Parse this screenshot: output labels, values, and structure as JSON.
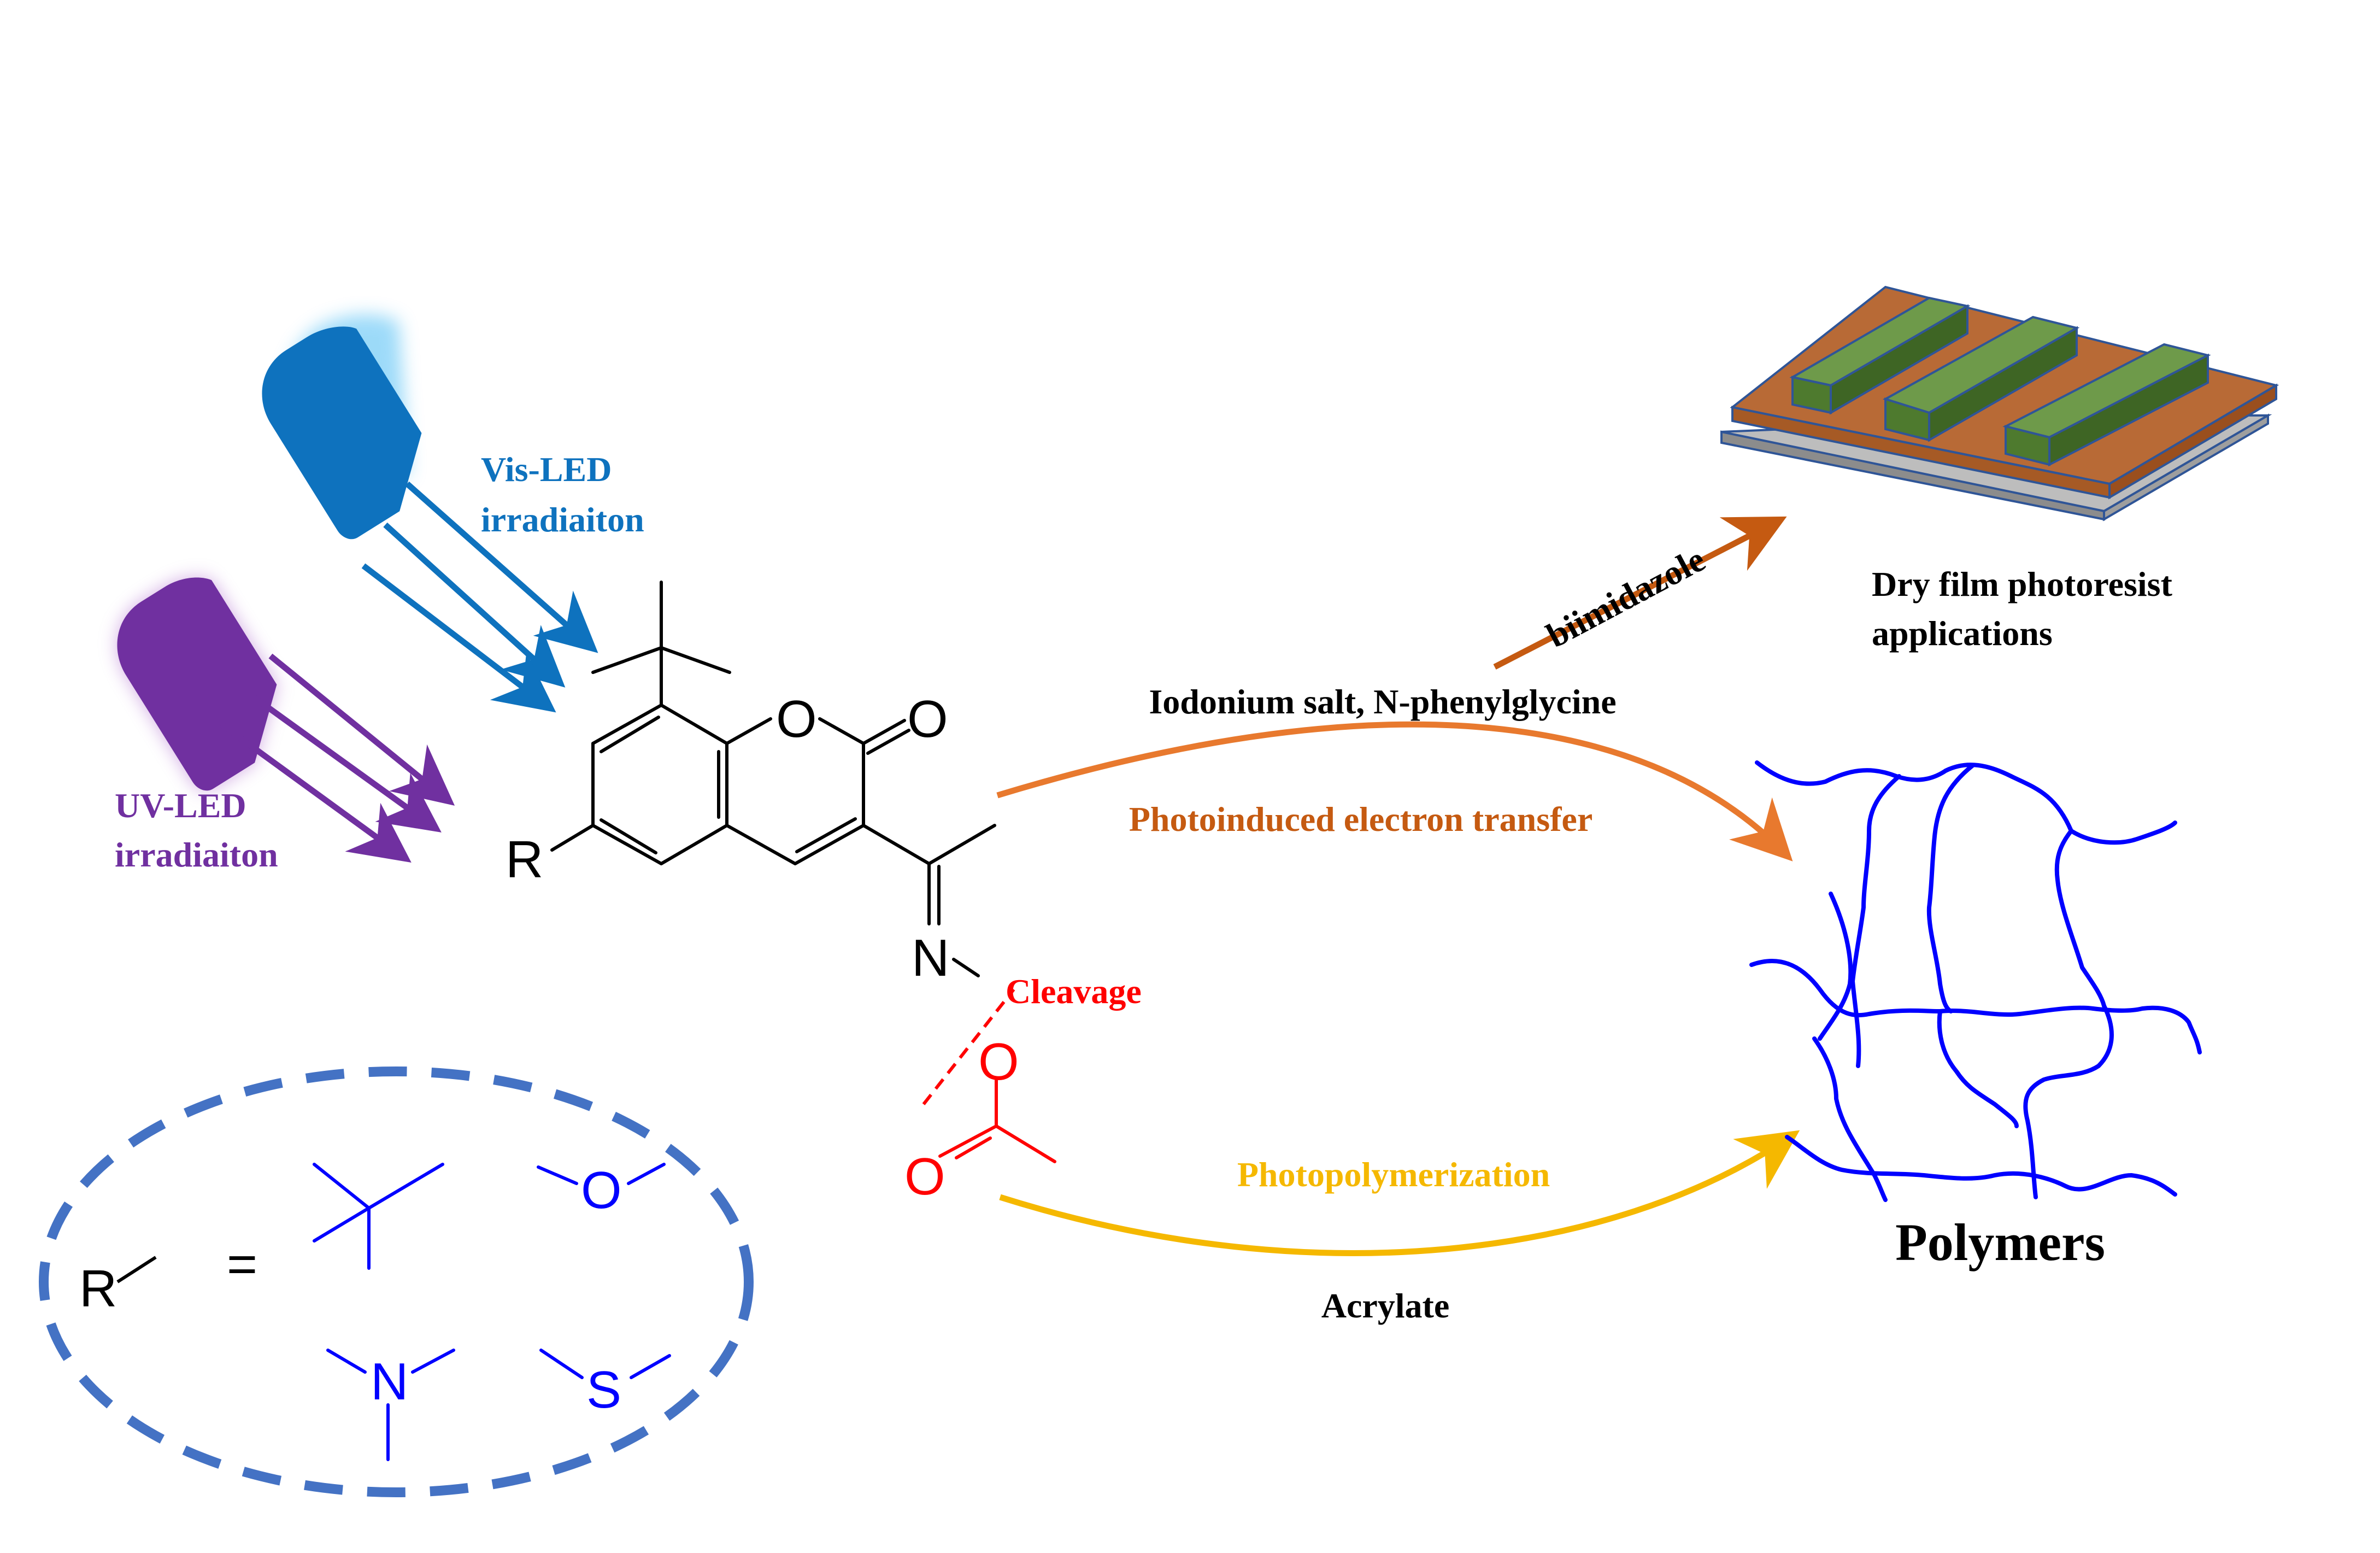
{
  "colors": {
    "vis": "#0E72BE",
    "uv": "#7030A0",
    "red": "#FF0000",
    "orange": "#E8792E",
    "dark_orange": "#C55A11",
    "yellow": "#F5B800",
    "blue_struct": "#0000FF",
    "ellipse": "#4472C4",
    "board_top": "#B86A36",
    "board_green": "#4E7A2E",
    "board_base": "#9E9E9E"
  },
  "lights": {
    "vis_label_1": "Vis-LED",
    "vis_label_2": "irradiaiton",
    "uv_label_1": "UV-LED",
    "uv_label_2": "irradiaiton"
  },
  "molecule": {
    "atom_O_ring": "O",
    "atom_O_carbonyl": "O",
    "atom_R": "R",
    "atom_N": "N",
    "atom_O_ester": "O",
    "atom_O_acetyl": "O",
    "cleavage_label": "Cleavage"
  },
  "substituents": {
    "r_label": "R",
    "equals": "=",
    "atom_O": "O",
    "atom_N": "N",
    "atom_S": "S"
  },
  "reactions": {
    "top_reagents": "Iodonium salt, N-phenylglycine",
    "top_process": "Photoinduced electron transfer",
    "bottom_process": "Photopolymerization",
    "bottom_reagent": "Acrylate",
    "board_reagent": "biimidazole"
  },
  "products": {
    "board_label_1": "Dry film photoresist",
    "board_label_2": "applications",
    "polymer_label": "Polymers"
  }
}
